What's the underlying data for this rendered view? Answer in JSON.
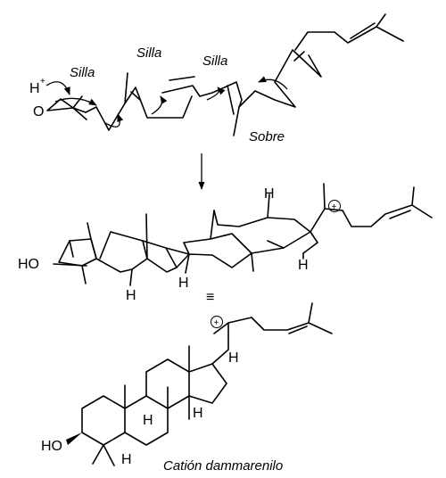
{
  "labels": {
    "silla_1": "Silla",
    "silla_2": "Silla",
    "silla_3": "Silla",
    "sobre": "Sobre",
    "proton": "H",
    "proton_charge": "+",
    "oxygen_epoxide": "O",
    "ho_middle": "HO",
    "h_middle_1": "H",
    "h_middle_2": "H",
    "h_middle_3": "H",
    "h_middle_4": "H",
    "equiv": "≡",
    "cation_plus_middle": "+",
    "cation_plus_bottom": "+",
    "ho_bottom": "HO",
    "h_bottom_1": "H",
    "h_bottom_2": "H",
    "h_bottom_3": "H",
    "h_bottom_4": "H",
    "caption": "Catión dammarenilo"
  }
}
